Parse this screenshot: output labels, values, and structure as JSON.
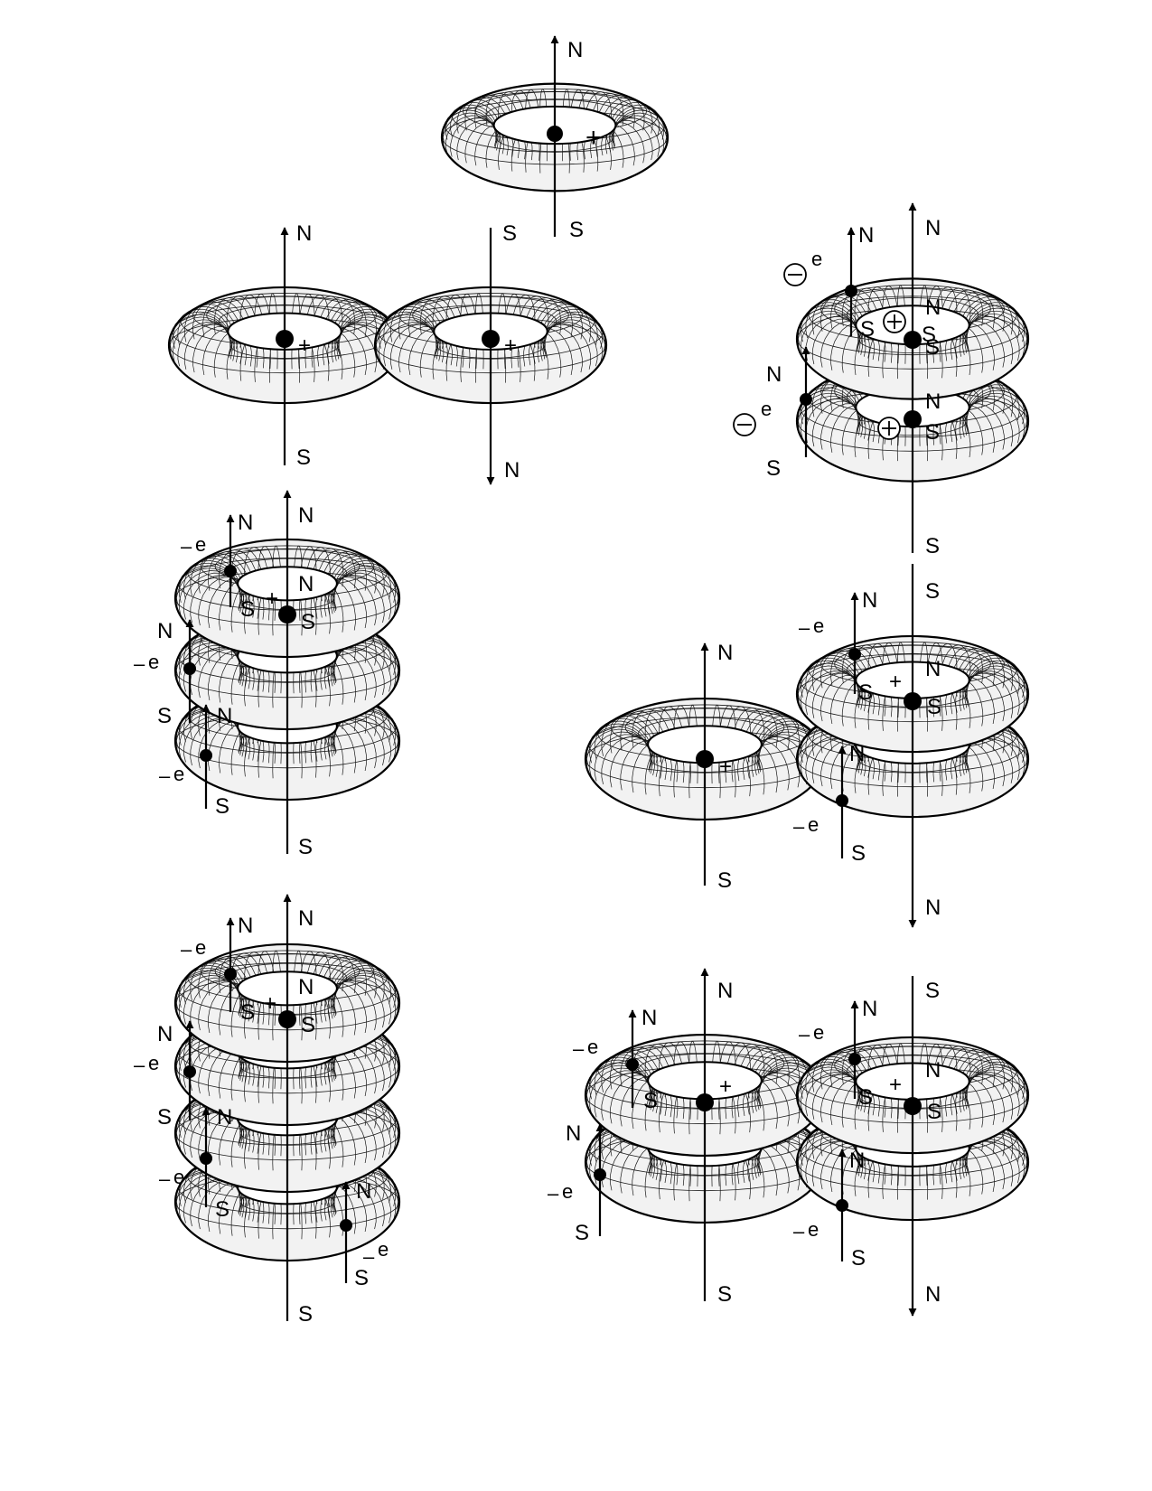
{
  "labels": {
    "north": "N",
    "south": "S",
    "plus": "+",
    "minus": "–",
    "electron": "e",
    "plus_circled": "⊕",
    "minus_circled": "⊖"
  },
  "figures": [
    {
      "name": "single-proton-torus",
      "tori": 1,
      "electrons": 0
    },
    {
      "name": "two-proton-tori-side-by-side",
      "tori": 2,
      "electrons": 0
    },
    {
      "name": "two-stacked-tori-with-circled-charges",
      "tori": 2,
      "electrons": 2
    },
    {
      "name": "three-stacked-tori",
      "tori": 3,
      "electrons": 3
    },
    {
      "name": "torus-beside-two-stacked-tori",
      "tori": 3,
      "electrons": 2
    },
    {
      "name": "four-stacked-tori",
      "tori": 4,
      "electrons": 4
    },
    {
      "name": "two-stacks-of-two-tori",
      "tori": 4,
      "electrons": 4
    }
  ],
  "colors": {
    "ink": "#000000",
    "paper": "#ffffff",
    "torus_fill": "#f2f2f2",
    "mesh": "#1a1a1a"
  }
}
